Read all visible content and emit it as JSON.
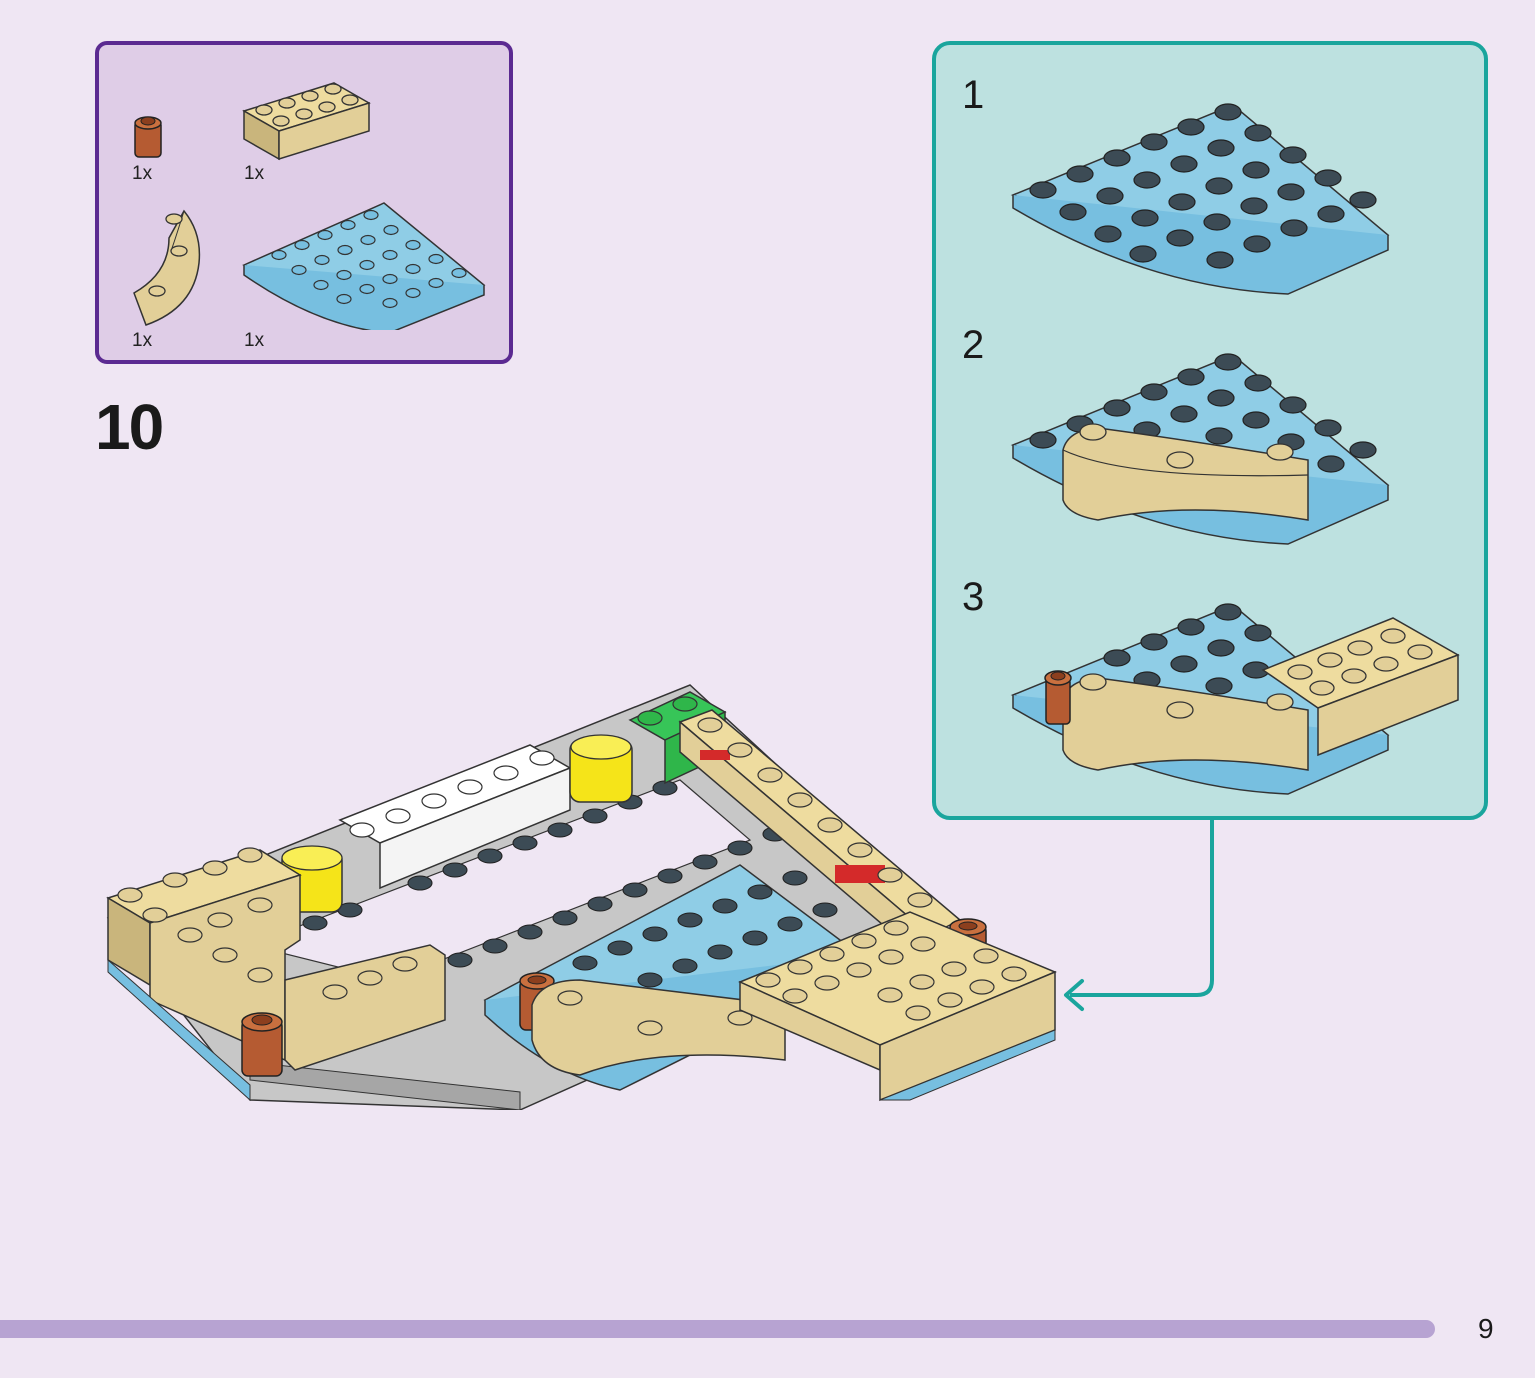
{
  "page": {
    "number": "9",
    "accent": "#b7a3d2"
  },
  "step": {
    "number": "10"
  },
  "parts_list": {
    "border_color": "#5b2a91",
    "items": [
      {
        "icon": "round-brick-1x1-reddish-brown",
        "qty": "1x"
      },
      {
        "icon": "brick-2x4-tan",
        "qty": "1x"
      },
      {
        "icon": "curved-brick-tan",
        "qty": "1x"
      },
      {
        "icon": "round-plate-6x6-quarter-medium-azure",
        "qty": "1x"
      }
    ]
  },
  "substeps": {
    "border_color": "#1aa59d",
    "items": [
      {
        "number": "1",
        "icon": "quarter-round-plate-azure"
      },
      {
        "number": "2",
        "icon": "plate-with-curved-tan-brick"
      },
      {
        "number": "3",
        "icon": "plate-with-curved-brick-round-brick-and-2x4-brick"
      }
    ]
  },
  "colors": {
    "tan": "#e2cf98",
    "azure": "#77bfe0",
    "gray": "#a6a6a6",
    "brown": "#b55b32",
    "yellow": "#f5e419",
    "white": "#ffffff",
    "green": "#2fb64a",
    "red": "#d42a2a"
  }
}
